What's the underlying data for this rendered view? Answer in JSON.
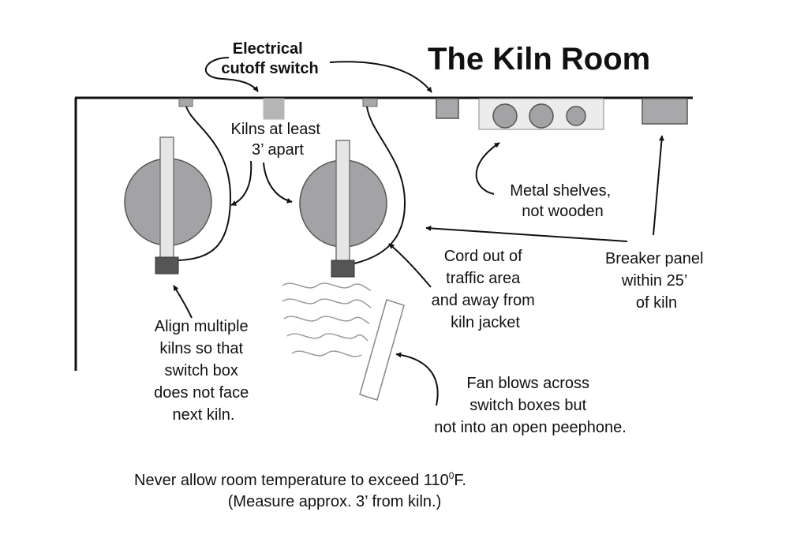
{
  "title": "The Kiln Room",
  "labels": {
    "cutoff": [
      "Electrical",
      "cutoff switch"
    ],
    "apart": [
      "Kilns at least",
      "3’ apart"
    ],
    "shelves": [
      "Metal shelves,",
      "not wooden"
    ],
    "cord": [
      "Cord out of",
      "traffic area",
      "and away from",
      "kiln jacket"
    ],
    "breaker": [
      "Breaker panel",
      "within 25’",
      "of kiln"
    ],
    "align": [
      "Align multiple",
      "kilns so that",
      "switch box",
      "does not face",
      "next kiln."
    ],
    "fan": [
      "Fan blows across",
      "switch boxes but",
      "not into an open peephone."
    ]
  },
  "footer": {
    "line1_pre": "Never allow room temperature to exceed 110",
    "line1_sup": "0",
    "line1_post": "F.",
    "line2": "(Measure approx. 3’ from kiln.)"
  },
  "colors": {
    "kiln_fill": "#a3a3a5",
    "stripe_fill": "#e6e6e6",
    "switch_box": "#555555",
    "outlet": "#a8a8aa",
    "shelf_bg": "#ececec",
    "line": "#111111",
    "wave": "#9a9a9a"
  }
}
